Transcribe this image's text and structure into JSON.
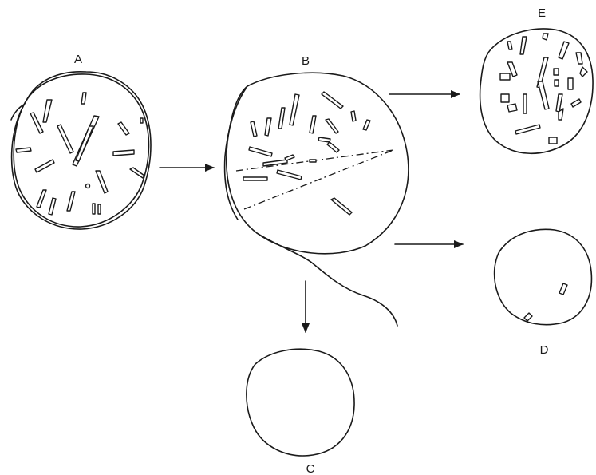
{
  "labels": {
    "A": "A",
    "B": "B",
    "C": "C",
    "D": "D",
    "E": "E"
  },
  "arrows": [
    {
      "from": "A",
      "to": "B"
    },
    {
      "from": "B",
      "to": "E"
    },
    {
      "from": "B",
      "to": "D"
    },
    {
      "from": "B",
      "to": "C"
    }
  ]
}
